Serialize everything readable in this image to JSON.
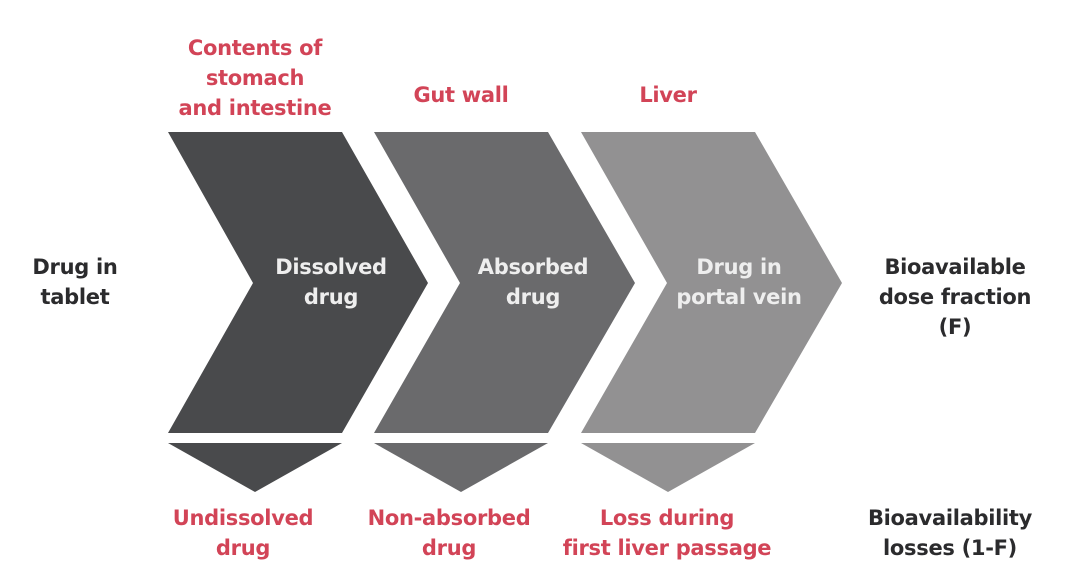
{
  "colors": {
    "accent": "#d24457",
    "stage1": "#494a4c",
    "stage2": "#6a6a6c",
    "stage3": "#929192",
    "text_dark": "#2b2b2d"
  },
  "start_label": [
    "Drug in",
    "tablet"
  ],
  "end_label": [
    "Bioavailable",
    "dose fraction",
    "(F)"
  ],
  "losses_label": [
    "Bioavailability",
    "losses (1-F)"
  ],
  "stages": [
    {
      "location": [
        "Contents of",
        "stomach",
        "and intestine"
      ],
      "state": [
        "Dissolved",
        "drug"
      ],
      "loss": [
        "Undissolved",
        "drug"
      ]
    },
    {
      "location": [
        "Gut wall"
      ],
      "state": [
        "Absorbed",
        "drug"
      ],
      "loss": [
        "Non-absorbed",
        "drug"
      ]
    },
    {
      "location": [
        "Liver"
      ],
      "state": [
        "Drug in",
        "portal vein"
      ],
      "loss": [
        "Loss during",
        "first liver passage"
      ]
    }
  ]
}
